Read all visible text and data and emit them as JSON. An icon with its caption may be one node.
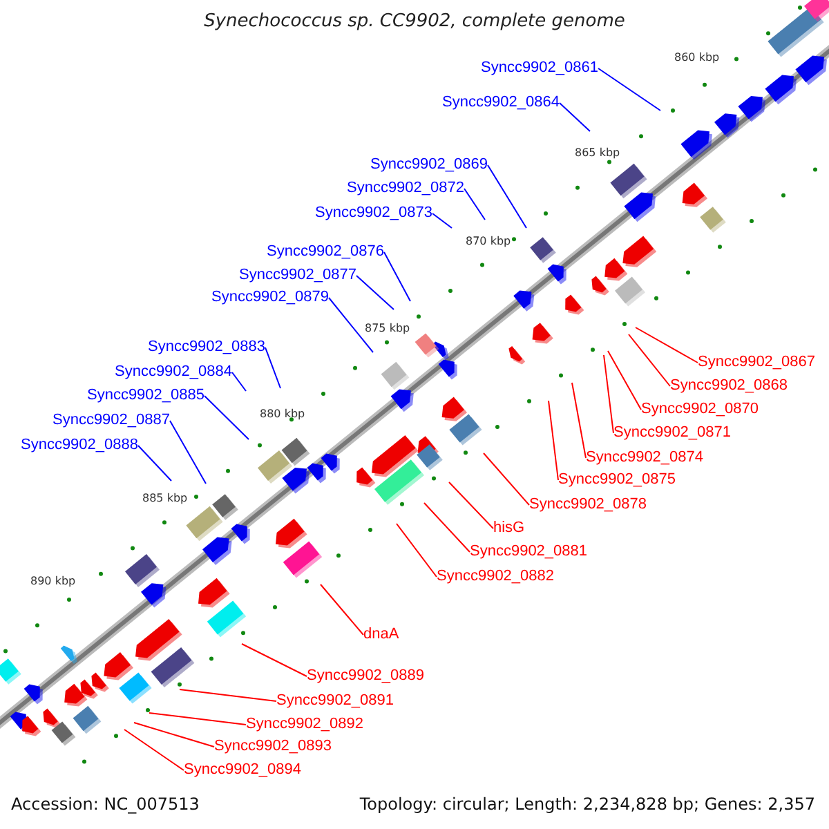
{
  "diagram": {
    "title": "Synechococcus sp. CC9902, complete genome",
    "nodes": [
      {
        "text": [
          "Syncc9902_0861"
        ]
      },
      {
        "text": [
          "Syncc9902_0864"
        ]
      },
      {
        "text": [
          "Syncc9902_0869"
        ]
      },
      {
        "text": [
          "Syncc9902_0872"
        ]
      },
      {
        "text": [
          "Syncc9902_0873"
        ]
      },
      {
        "text": [
          "Syncc9902_0876"
        ]
      },
      {
        "text": [
          "Syncc9902_0877"
        ]
      },
      {
        "text": [
          "Syncc9902_0879"
        ]
      },
      {
        "text": [
          "Syncc9902_0883"
        ]
      },
      {
        "text": [
          "Syncc9902_0867"
        ]
      },
      {
        "text": [
          "Syncc9902_0884"
        ]
      },
      {
        "text": [
          "Syncc9902_0868"
        ]
      },
      {
        "text": [
          "Syncc9902_0885"
        ]
      },
      {
        "text": [
          "Syncc9902_0870"
        ]
      },
      {
        "text": [
          "Syncc9902_0887"
        ]
      },
      {
        "text": [
          "Syncc9902_0871"
        ]
      },
      {
        "text": [
          "Syncc9902_0888"
        ]
      },
      {
        "text": [
          "Syncc9902_0874"
        ]
      },
      {
        "text": [
          "Syncc9902_0875"
        ]
      },
      {
        "text": [
          "Syncc9902_0878"
        ]
      },
      {
        "text": [
          "hisG"
        ]
      },
      {
        "text": [
          "Syncc9902_0881"
        ]
      },
      {
        "text": [
          "Syncc9902_0882"
        ]
      },
      {
        "text": [
          "dnaA"
        ]
      },
      {
        "text": [
          "Syncc9902_0889"
        ]
      },
      {
        "text": [
          "Syncc9902_0891"
        ]
      },
      {
        "text": [
          "Syncc9902_0892"
        ]
      },
      {
        "text": [
          "Syncc9902_0893"
        ]
      },
      {
        "text": [
          "Syncc9902_0894"
        ]
      }
    ],
    "edges": [
      {
        "from": 0,
        "to": null,
        "arrow": "none",
        "color": "#0000ff"
      },
      {
        "from": 1,
        "to": null,
        "arrow": "none",
        "color": "#0000ff"
      },
      {
        "from": 2,
        "to": null,
        "arrow": "none",
        "color": "#0000ff"
      },
      {
        "from": 3,
        "to": null,
        "arrow": "none",
        "color": "#0000ff"
      },
      {
        "from": 4,
        "to": null,
        "arrow": "none",
        "color": "#0000ff"
      },
      {
        "from": 5,
        "to": null,
        "arrow": "none",
        "color": "#0000ff"
      },
      {
        "from": 6,
        "to": null,
        "arrow": "none",
        "color": "#0000ff"
      },
      {
        "from": 7,
        "to": null,
        "arrow": "none",
        "color": "#0000ff"
      },
      {
        "from": 8,
        "to": null,
        "arrow": "none",
        "color": "#0000ff"
      },
      {
        "from": 9,
        "to": null,
        "arrow": "none"
      },
      {
        "from": 10,
        "to": null,
        "arrow": "none",
        "color": "#0000ff"
      },
      {
        "from": 11,
        "to": null,
        "arrow": "none"
      },
      {
        "from": 12,
        "to": null,
        "arrow": "none",
        "color": "#0000ff"
      },
      {
        "from": 13,
        "to": null,
        "arrow": "none"
      },
      {
        "from": 14,
        "to": null,
        "arrow": "none",
        "color": "#0000ff"
      },
      {
        "from": 15,
        "to": null,
        "arrow": "none"
      },
      {
        "from": 16,
        "to": null,
        "arrow": "none",
        "color": "#0000ff"
      },
      {
        "from": 17,
        "to": null,
        "arrow": "none"
      },
      {
        "from": 18,
        "to": null,
        "arrow": "none"
      },
      {
        "from": 19,
        "to": null,
        "arrow": "none"
      },
      {
        "from": 20,
        "to": null,
        "arrow": "none"
      },
      {
        "from": 21,
        "to": null,
        "arrow": "none"
      },
      {
        "from": 22,
        "to": null,
        "arrow": "none"
      },
      {
        "from": 23,
        "to": null,
        "arrow": "none"
      },
      {
        "from": 24,
        "to": null,
        "arrow": "none"
      },
      {
        "from": 25,
        "to": null,
        "arrow": "none"
      },
      {
        "from": 26,
        "to": null,
        "arrow": "none"
      },
      {
        "from": 27,
        "to": null,
        "arrow": "none"
      },
      {
        "from": 28,
        "to": null,
        "arrow": "none"
      }
    ],
    "labels": [
      "860 kbp",
      "865 kbp",
      "870 kbp",
      "875 kbp",
      "880 kbp",
      "885 kbp",
      "890 kbp",
      "Accession: NC_007513",
      "Topology: circular; Length: 2,234,828 bp; Genes: 2,357"
    ]
  }
}
